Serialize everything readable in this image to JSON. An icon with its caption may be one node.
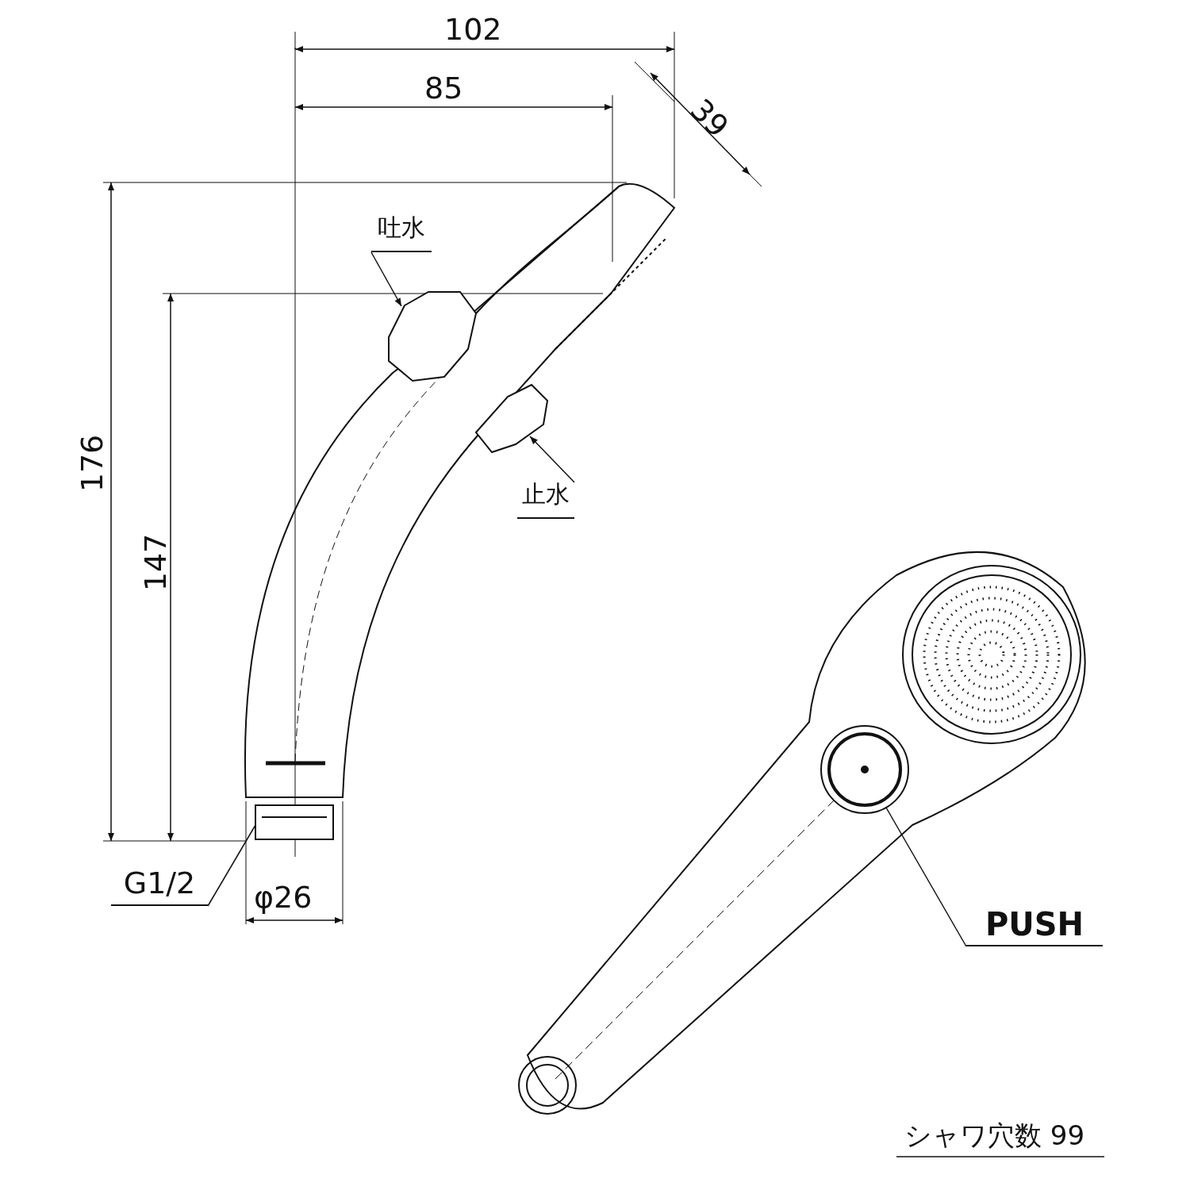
{
  "diagram": {
    "nodes": [
      {
        "text": [
          "吐水"
        ]
      },
      {
        "text": [],
        "shape": "picture"
      },
      {
        "text": [
          "止水"
        ]
      },
      {
        "text": [],
        "shape": "picture"
      },
      {
        "text": [
          "PUSH"
        ]
      },
      {
        "text": [],
        "shape": "picture"
      },
      {
        "text": [
          "G1/2"
        ]
      },
      {
        "text": [],
        "shape": "picture"
      }
    ],
    "edges": [
      {
        "from": 0,
        "to": 1,
        "arrow": "to"
      },
      {
        "from": 2,
        "to": 3,
        "arrow": "to"
      },
      {
        "from": 4,
        "to": 5,
        "arrow": "none"
      },
      {
        "from": 6,
        "to": 7,
        "arrow": "none"
      }
    ],
    "labels": [
      "102",
      "85",
      "39",
      "176",
      "147",
      "φ26",
      "シャワ穴数 99"
    ]
  }
}
